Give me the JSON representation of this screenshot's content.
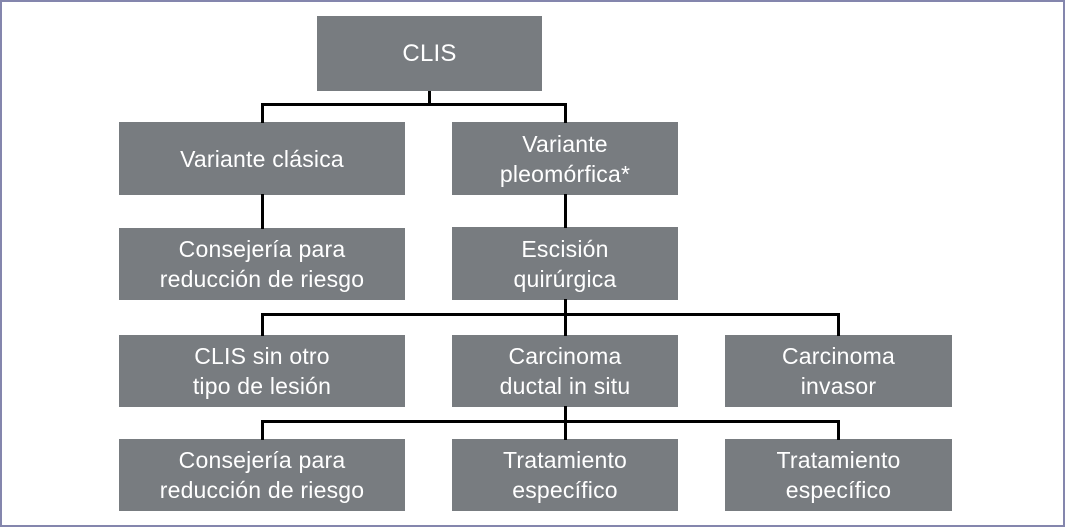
{
  "diagram": {
    "type": "flowchart",
    "colors": {
      "node_fill": "#787c80",
      "node_text": "#ffffff",
      "connector": "#000000",
      "frame_border": "#8486ad",
      "background": "#ffffff"
    },
    "nodes": [
      {
        "id": "clis",
        "label": "CLIS"
      },
      {
        "id": "variante-clasica",
        "label": "Variante clásica"
      },
      {
        "id": "variante-pleomorfica",
        "label": "Variante\npleomórfica*"
      },
      {
        "id": "consejeria-riesgo-1",
        "label": "Consejería para\nreducción de riesgo"
      },
      {
        "id": "escision-quirurgica",
        "label": "Escisión\nquirúrgica"
      },
      {
        "id": "clis-sin-otro-tipo",
        "label": "CLIS sin otro\ntipo de lesión"
      },
      {
        "id": "carcinoma-ductal",
        "label": "Carcinoma\nductal in situ"
      },
      {
        "id": "carcinoma-invasor",
        "label": "Carcinoma\ninvasor"
      },
      {
        "id": "consejeria-riesgo-2",
        "label": "Consejería para\nreducción de riesgo"
      },
      {
        "id": "tratamiento-especifico-1",
        "label": "Tratamiento\nespecífico"
      },
      {
        "id": "tratamiento-especifico-2",
        "label": "Tratamiento\nespecífico"
      }
    ],
    "edges": [
      {
        "from": "clis",
        "to": "variante-clasica"
      },
      {
        "from": "clis",
        "to": "variante-pleomorfica"
      },
      {
        "from": "variante-clasica",
        "to": "consejeria-riesgo-1"
      },
      {
        "from": "variante-pleomorfica",
        "to": "escision-quirurgica"
      },
      {
        "from": "escision-quirurgica",
        "to": "clis-sin-otro-tipo"
      },
      {
        "from": "escision-quirurgica",
        "to": "carcinoma-ductal"
      },
      {
        "from": "escision-quirurgica",
        "to": "carcinoma-invasor"
      },
      {
        "from": "carcinoma-ductal",
        "to": "consejeria-riesgo-2"
      },
      {
        "from": "carcinoma-ductal",
        "to": "tratamiento-especifico-1"
      },
      {
        "from": "carcinoma-ductal",
        "to": "tratamiento-especifico-2"
      }
    ]
  }
}
